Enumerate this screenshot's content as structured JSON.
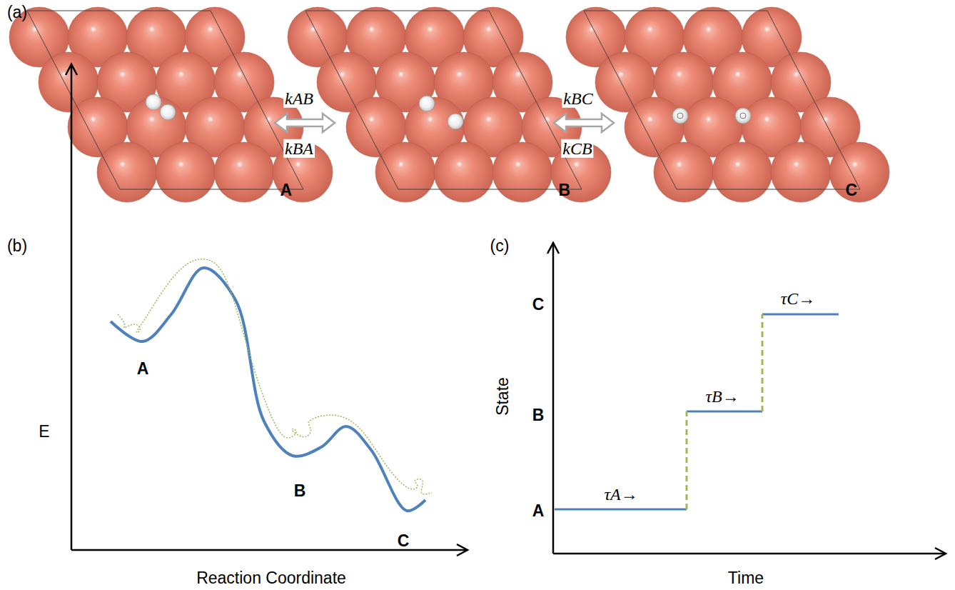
{
  "diagram": {
    "nodes": [
      {
        "text": [
          "A"
        ]
      },
      {
        "text": [
          "B"
        ]
      },
      {
        "text": [
          "C"
        ]
      }
    ],
    "edges": [
      {
        "from": 0,
        "to": 1,
        "arrow": "both",
        "label": "kAB"
      },
      {
        "from": 1,
        "to": 2,
        "arrow": "both",
        "label": "kBC"
      }
    ],
    "labels": [
      "(a)",
      "kBA",
      "kCB",
      "(b)",
      "E",
      "A",
      "B",
      "C",
      "Reaction Coordinate",
      "(c)",
      "State",
      "C",
      "B",
      "A",
      "Time",
      "τA→",
      "τB→",
      "τC→"
    ]
  }
}
